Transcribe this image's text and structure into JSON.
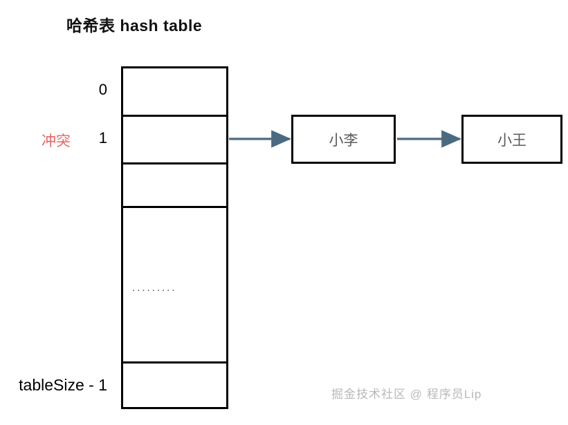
{
  "title": "哈希表 hash table",
  "table": {
    "cells": [
      {
        "index": "0",
        "content": ""
      },
      {
        "index": "1",
        "content": ""
      },
      {
        "index": "",
        "content": ""
      },
      {
        "index": "",
        "content": "........."
      },
      {
        "index": "tableSize - 1",
        "content": ""
      }
    ],
    "index_labels": {
      "first": "0",
      "second": "1",
      "last": "tableSize - 1"
    },
    "ellipsis": "........."
  },
  "annotations": {
    "collision": "冲突",
    "collision_color": "#e7645f"
  },
  "chain": {
    "nodes": [
      {
        "label": "小李"
      },
      {
        "label": "小王"
      }
    ],
    "arrow_color": "#4a6a80"
  },
  "watermark": "掘金技术社区 @ 程序员Lip",
  "colors": {
    "border": "#000000",
    "node_text": "#5a5a5a",
    "arrow": "#4a6a80",
    "watermark": "#b9b9b9",
    "ellipsis": "#4a4a4a"
  }
}
